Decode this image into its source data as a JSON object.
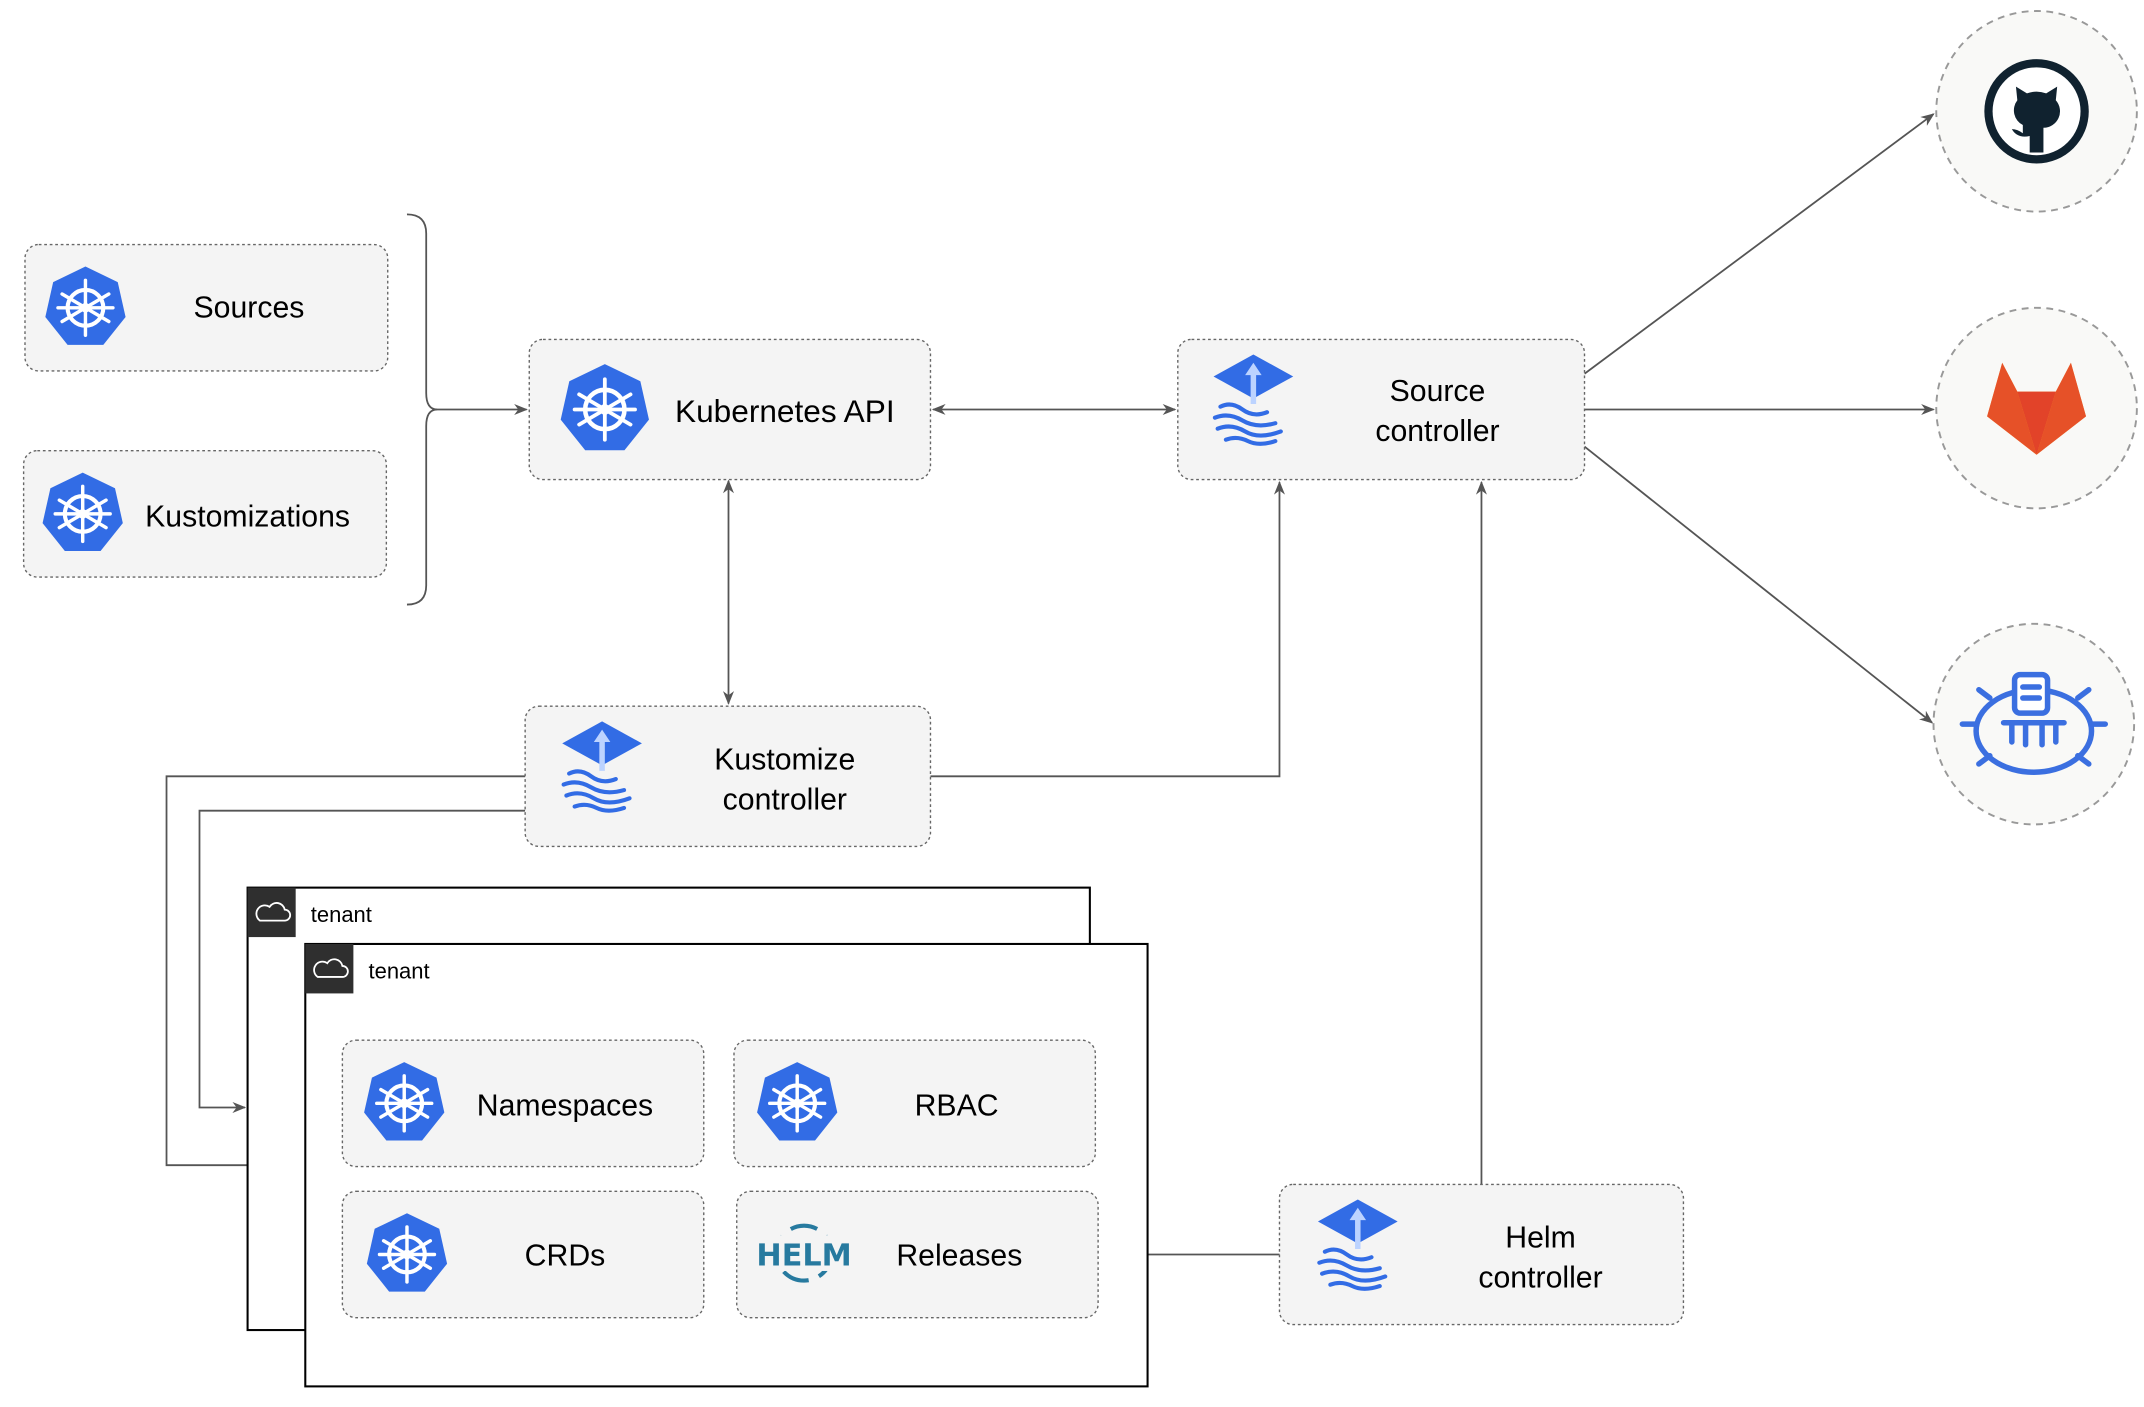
{
  "nodes": {
    "sources": "Sources",
    "kustomizations": "Kustomizations",
    "kubernetes_api": "Kubernetes API",
    "source_controller": [
      "Source",
      "controller"
    ],
    "kustomize_controller": [
      "Kustomize",
      "controller"
    ],
    "helm_controller": [
      "Helm",
      "controller"
    ],
    "namespaces": "Namespaces",
    "rbac": "RBAC",
    "crds": "CRDs",
    "releases": "Releases"
  },
  "tenants": [
    "tenant",
    "tenant"
  ],
  "helm_logo_text": "HELM",
  "external": [
    "github-icon",
    "gitlab-icon",
    "bucket-icon"
  ],
  "colors": {
    "k8s_blue": "#326ce5",
    "github": "#10222f",
    "gitlab_red": "#e24329",
    "gitlab_orange": "#fca326",
    "helm": "#277a9f"
  }
}
